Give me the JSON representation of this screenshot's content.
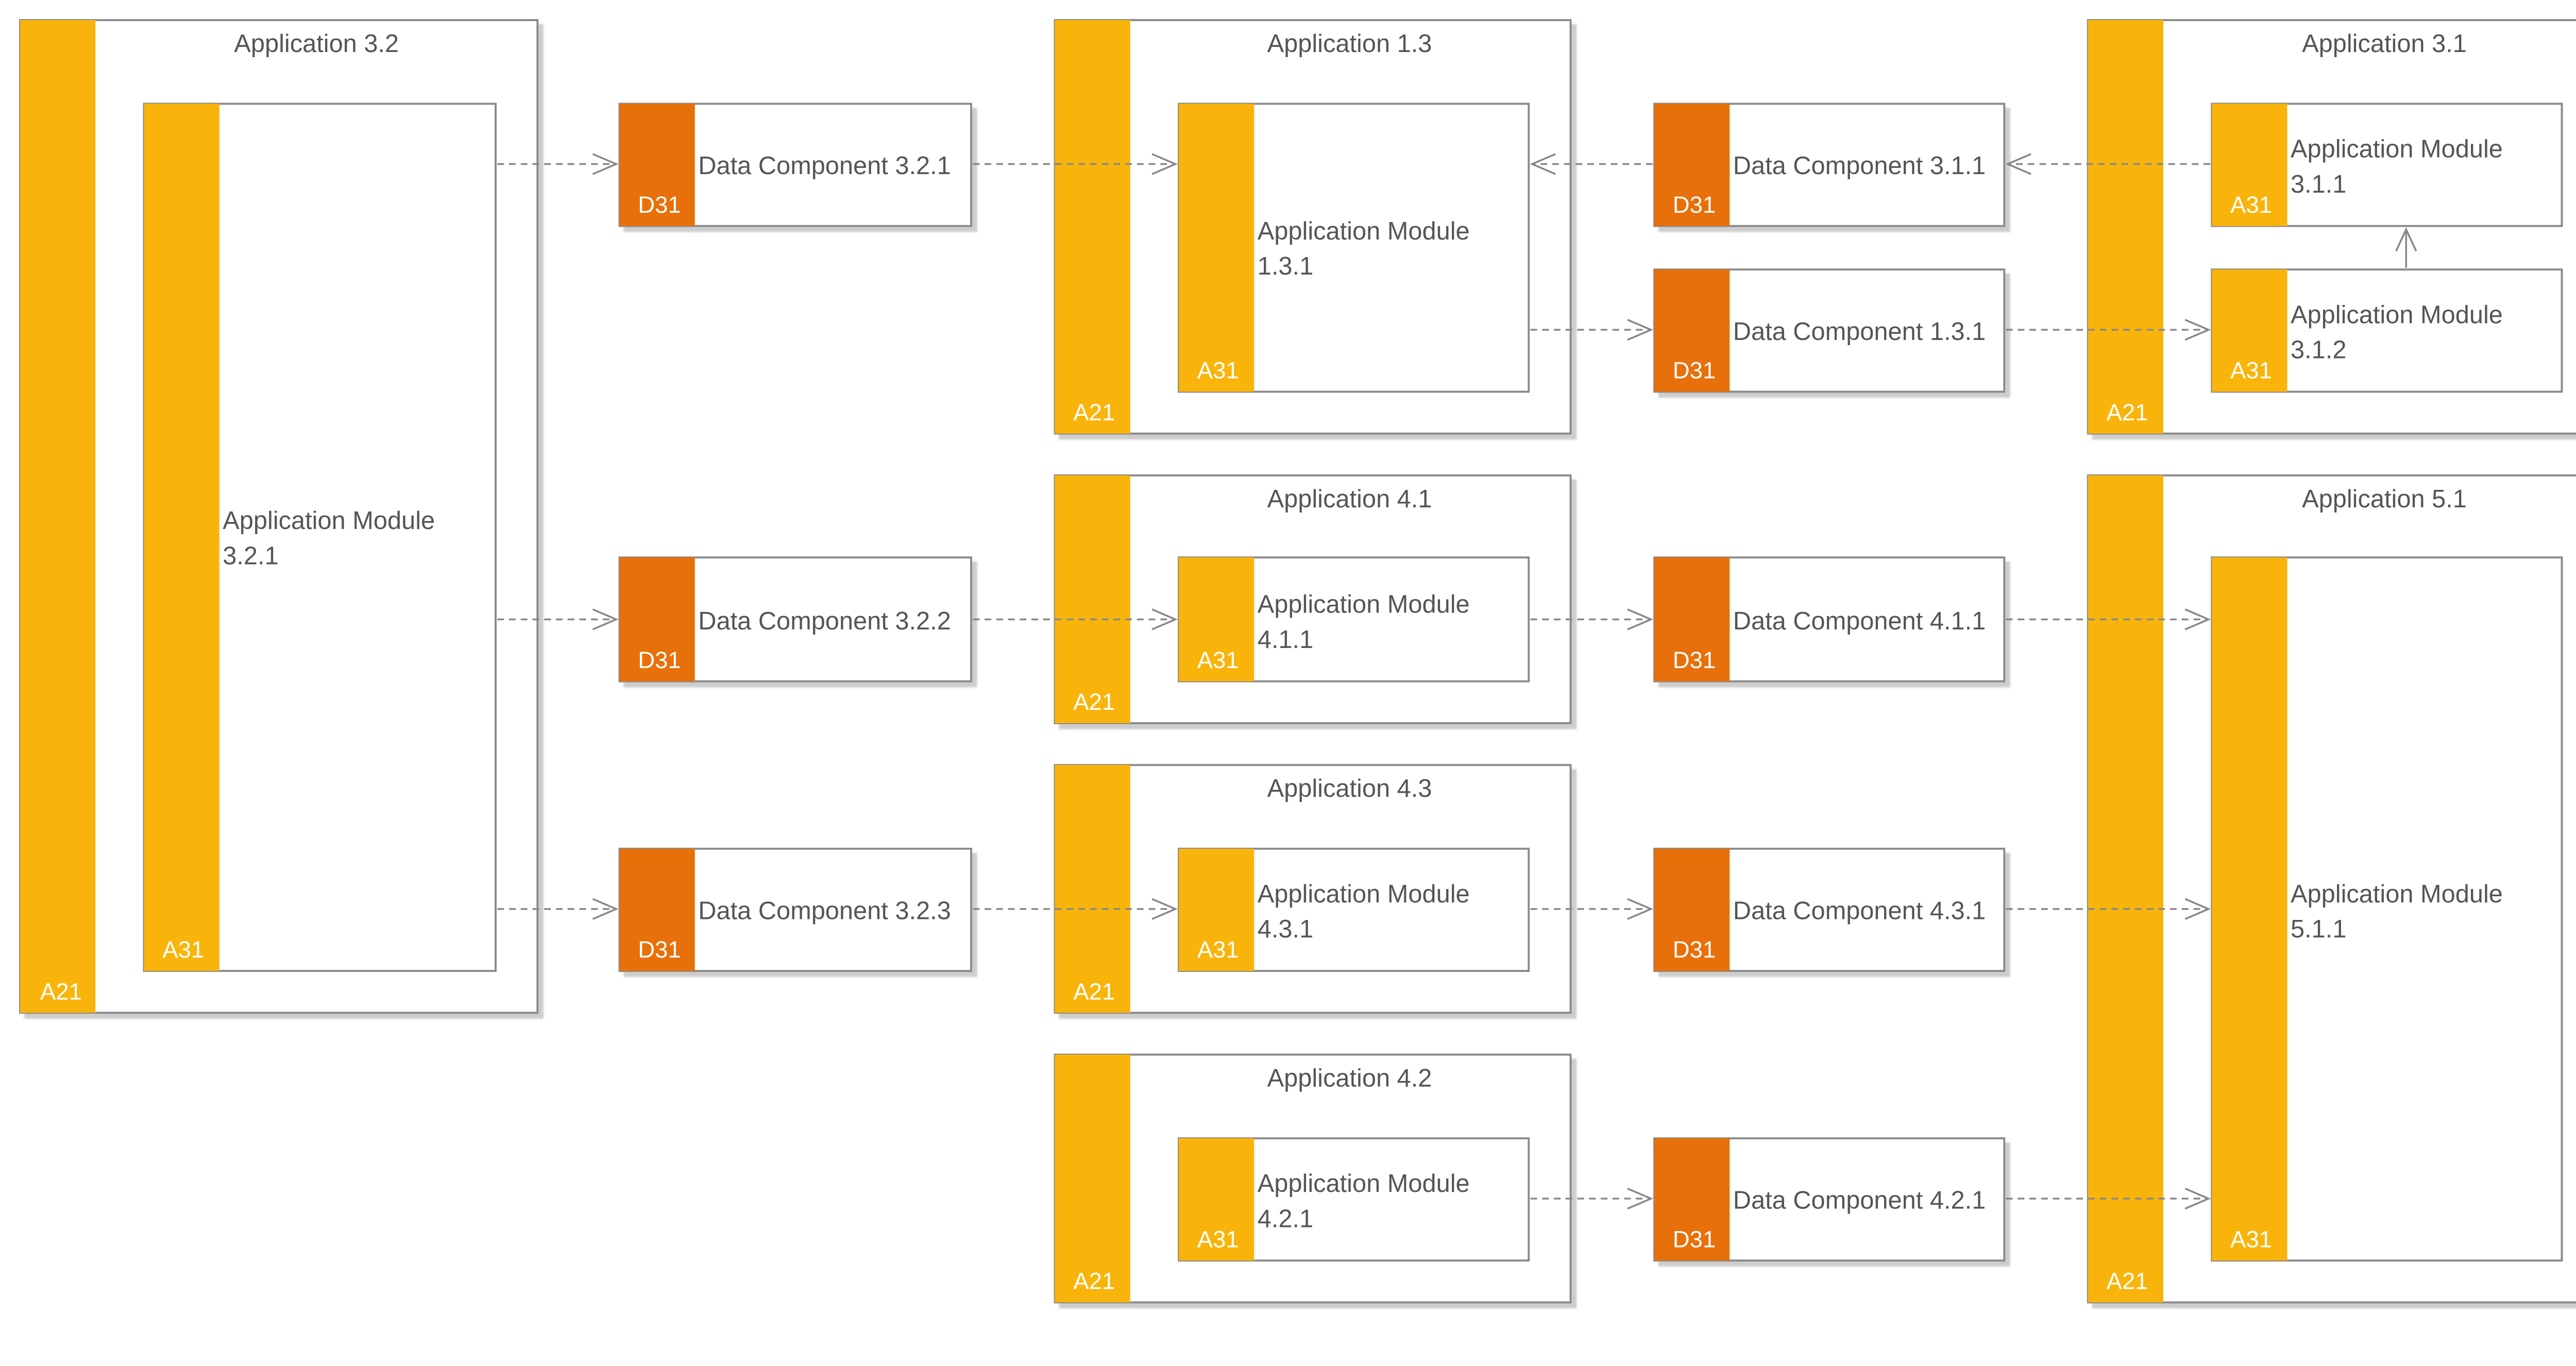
{
  "colors": {
    "application_bar": "#F9B40B",
    "data_bar": "#E8700A",
    "border": "#8A8A8A",
    "shadow": "#D6D6D6",
    "connector": "#888888",
    "text": "#555555"
  },
  "applications": [
    {
      "id": "app32",
      "title": "Application 3.2",
      "tag": "A21"
    },
    {
      "id": "app13",
      "title": "Application 1.3",
      "tag": "A21"
    },
    {
      "id": "app31",
      "title": "Application 3.1",
      "tag": "A21"
    },
    {
      "id": "app41",
      "title": "Application 4.1",
      "tag": "A21"
    },
    {
      "id": "app51",
      "title": "Application 5.1",
      "tag": "A21"
    },
    {
      "id": "app43",
      "title": "Application 4.3",
      "tag": "A21"
    },
    {
      "id": "app42",
      "title": "Application 4.2",
      "tag": "A21"
    }
  ],
  "modules": [
    {
      "id": "mod321",
      "name": [
        "Application Module",
        "3.2.1"
      ],
      "tag": "A31"
    },
    {
      "id": "mod131",
      "name": [
        "Application Module",
        "1.3.1"
      ],
      "tag": "A31"
    },
    {
      "id": "mod311",
      "name": [
        "Application Module",
        "3.1.1"
      ],
      "tag": "A31"
    },
    {
      "id": "mod312",
      "name": [
        "Application Module",
        "3.1.2"
      ],
      "tag": "A31"
    },
    {
      "id": "mod411",
      "name": [
        "Application Module",
        "4.1.1"
      ],
      "tag": "A31"
    },
    {
      "id": "mod511",
      "name": [
        "Application Module",
        "5.1.1"
      ],
      "tag": "A31"
    },
    {
      "id": "mod431",
      "name": [
        "Application Module",
        "4.3.1"
      ],
      "tag": "A31"
    },
    {
      "id": "mod421",
      "name": [
        "Application Module",
        "4.2.1"
      ],
      "tag": "A31"
    }
  ],
  "data_components": [
    {
      "id": "dc321",
      "name": "Data Component 3.2.1",
      "tag": "D31"
    },
    {
      "id": "dc311",
      "name": "Data Component 3.1.1",
      "tag": "D31"
    },
    {
      "id": "dc131",
      "name": "Data Component 1.3.1",
      "tag": "D31"
    },
    {
      "id": "dc322",
      "name": "Data Component 3.2.2",
      "tag": "D31"
    },
    {
      "id": "dc411",
      "name": "Data Component 4.1.1",
      "tag": "D31"
    },
    {
      "id": "dc323",
      "name": "Data Component 3.2.3",
      "tag": "D31"
    },
    {
      "id": "dc431",
      "name": "Data Component 4.3.1",
      "tag": "D31"
    },
    {
      "id": "dc421",
      "name": "Data Component 4.2.1",
      "tag": "D31"
    }
  ],
  "connections": [
    {
      "from": "Application Module 3.2.1",
      "to": "Data Component 3.2.1",
      "style": "dashed"
    },
    {
      "from": "Data Component 3.2.1",
      "to": "Application Module 1.3.1",
      "style": "dashed"
    },
    {
      "from": "Data Component 3.1.1",
      "to": "Application Module 1.3.1",
      "style": "dashed"
    },
    {
      "from": "Application Module 3.1.1",
      "to": "Data Component 3.1.1",
      "style": "dashed"
    },
    {
      "from": "Application Module 1.3.1",
      "to": "Data Component 1.3.1",
      "style": "dashed"
    },
    {
      "from": "Data Component 1.3.1",
      "to": "Application Module 3.1.2",
      "style": "dashed"
    },
    {
      "from": "Application Module 3.1.2",
      "to": "Application Module 3.1.1",
      "style": "solid"
    },
    {
      "from": "Application Module 3.2.1",
      "to": "Data Component 3.2.2",
      "style": "dashed"
    },
    {
      "from": "Data Component 3.2.2",
      "to": "Application Module 4.1.1",
      "style": "dashed"
    },
    {
      "from": "Application Module 4.1.1",
      "to": "Data Component 4.1.1",
      "style": "dashed"
    },
    {
      "from": "Data Component 4.1.1",
      "to": "Application Module 5.1.1",
      "style": "dashed"
    },
    {
      "from": "Application Module 3.2.1",
      "to": "Data Component 3.2.3",
      "style": "dashed"
    },
    {
      "from": "Data Component 3.2.3",
      "to": "Application Module 4.3.1",
      "style": "dashed"
    },
    {
      "from": "Application Module 4.3.1",
      "to": "Data Component 4.3.1",
      "style": "dashed"
    },
    {
      "from": "Data Component 4.3.1",
      "to": "Application Module 5.1.1",
      "style": "dashed"
    },
    {
      "from": "Application Module 4.2.1",
      "to": "Data Component 4.2.1",
      "style": "dashed"
    },
    {
      "from": "Data Component 4.2.1",
      "to": "Application Module 5.1.1",
      "style": "dashed"
    }
  ]
}
